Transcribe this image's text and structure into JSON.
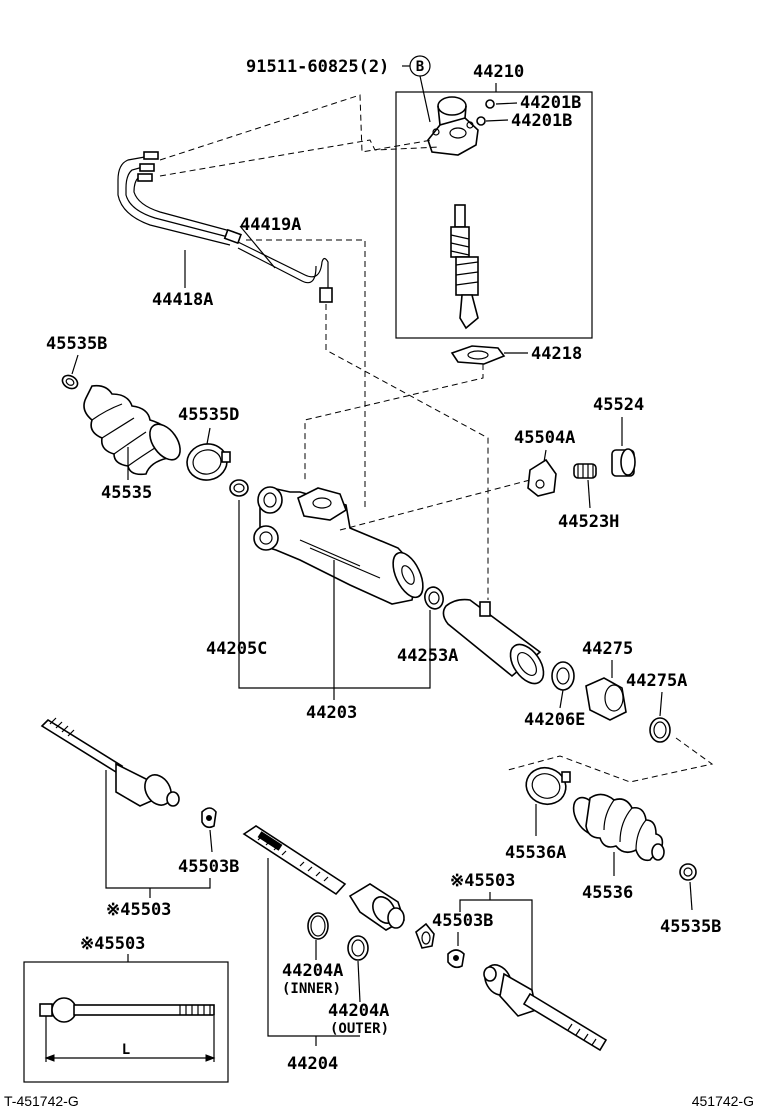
{
  "labels": {
    "bolt_91511": "91511-60825(2)",
    "bolt_circle": "B",
    "p44210": "44210",
    "p44201b_1": "44201B",
    "p44201b_2": "44201B",
    "p44419a": "44419A",
    "p44418a": "44418A",
    "p44218": "44218",
    "p45535b_top": "45535B",
    "p45535d": "45535D",
    "p45535": "45535",
    "p45524": "45524",
    "p45504a": "45504A",
    "p44523h": "44523H",
    "p44205c": "44205C",
    "p44253a": "44253A",
    "p44203": "44203",
    "p44275": "44275",
    "p44275a": "44275A",
    "p44206e": "44206E",
    "p45503b_left": "45503B",
    "p45503_left": "※45503",
    "p45536a": "45536A",
    "p45536": "45536",
    "p45503_right": "※45503",
    "p45503b_right": "45503B",
    "p45535b_bottom": "45535B",
    "p45503_box": "※45503",
    "box_length": "L",
    "p44204a_inner": "44204A",
    "inner_note": "(INNER)",
    "p44204a_outer": "44204A",
    "outer_note": "(OUTER)",
    "p44204": "44204"
  },
  "footer": {
    "left_code": "T-451742-G",
    "right_code": "451742-G"
  }
}
